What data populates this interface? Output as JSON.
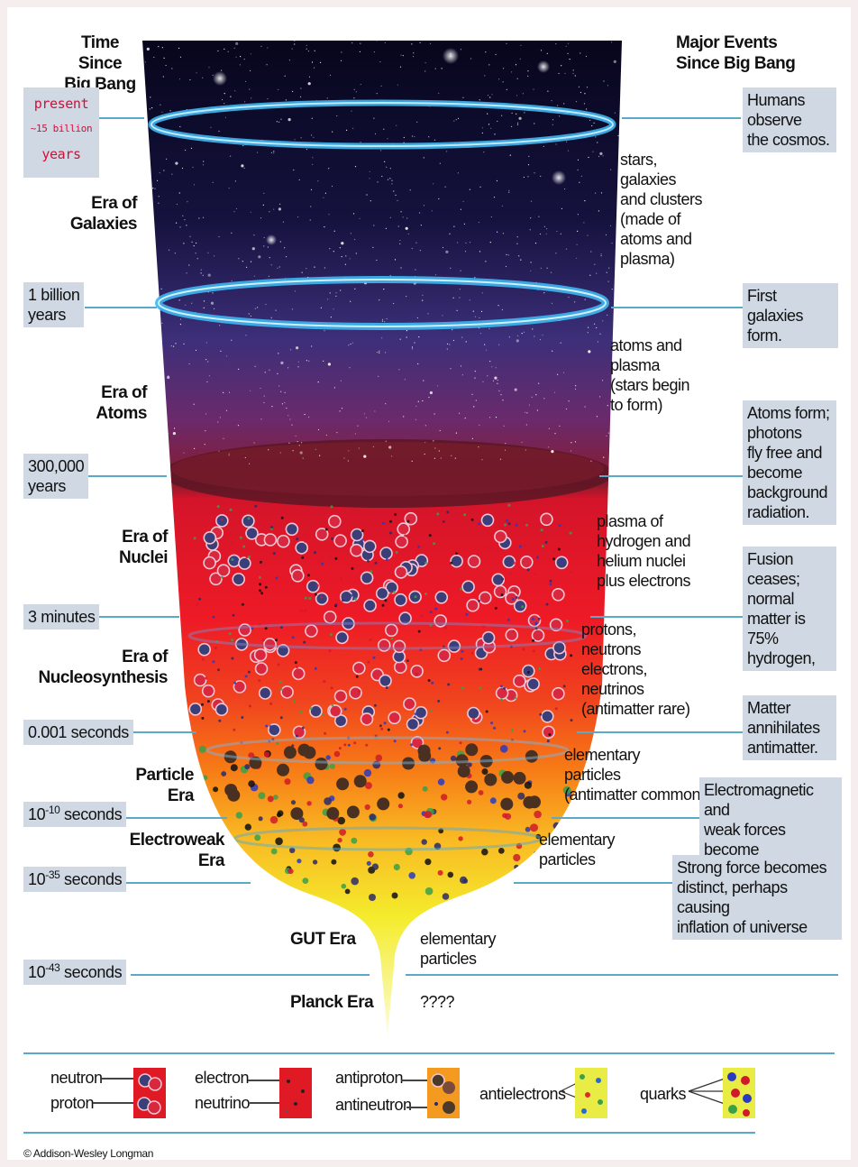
{
  "headers": {
    "left": "Time Since\nBig Bang",
    "right": "Major Events\nSince Big Bang"
  },
  "times": {
    "present": [
      "present",
      "~15 billion",
      "years"
    ],
    "t1": "1 billion\nyears",
    "t2": "300,000\nyears",
    "t3": "3 minutes",
    "t4": "0.001 seconds",
    "t5_base": "10",
    "t5_exp": "-10",
    "t5_unit": " seconds",
    "t6_base": "10",
    "t6_exp": "-35",
    "t6_unit": " seconds",
    "t7_base": "10",
    "t7_exp": "-43",
    "t7_unit": " seconds"
  },
  "eras": {
    "galaxies": "Era of\nGalaxies",
    "atoms": "Era of\nAtoms",
    "nuclei": "Era of\nNuclei",
    "nucleosynthesis": "Era of\nNucleosynthesis",
    "particle": "Particle\nEra",
    "electroweak": "Electroweak\nEra",
    "gut": "GUT Era",
    "planck": "Planck Era"
  },
  "contents": {
    "c1": "stars,\ngalaxies\nand clusters\n(made of\natoms and\nplasma)",
    "c2": "atoms and\nplasma\n(stars begin\nto form)",
    "c3": "plasma of\nhydrogen and\nhelium nuclei\nplus electrons",
    "c4": "protons,\nneutrons\nelectrons,\nneutrinos\n(antimatter rare)",
    "c5": "elementary\nparticles\n(antimatter common)",
    "c6": "elementary\nparticles",
    "c7": "elementary\nparticles",
    "c8": "????"
  },
  "events": {
    "e1": "Humans\nobserve\nthe cosmos.",
    "e2": "First galaxies\nform.",
    "e3": "Atoms form;\nphotons\nfly free and\nbecome\nbackground\nradiation.",
    "e4": "Fusion\nceases;\nnormal\nmatter is\n75%\nhydrogen,",
    "e5": "Matter\nannihilates\nantimatter.",
    "e6": "Electromagnetic and\nweak forces become\ndistinct.",
    "e7": "Strong force becomes\ndistinct, perhaps causing\ninflation of universe"
  },
  "legend": {
    "neutron": "neutron",
    "proton": "proton",
    "electron": "electron",
    "neutrino": "neutrino",
    "antiproton": "antiproton",
    "antineutron": "antineutron",
    "antielectrons": "antielectrons",
    "quarks": "quarks"
  },
  "copyright": "© Addison-Wesley Longman",
  "colors": {
    "timeline_line": "#5aa9c9",
    "label_box": "#cfd8e3",
    "ring": "#3fb6f0",
    "present_text": "#d0103a"
  }
}
